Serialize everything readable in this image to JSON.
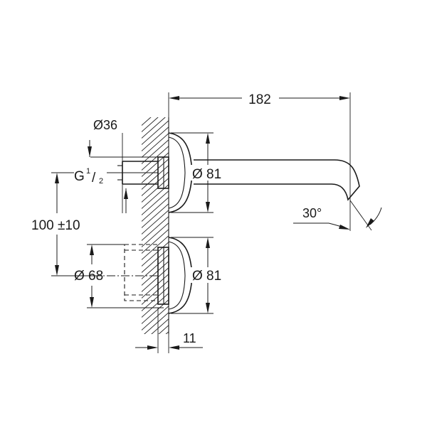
{
  "dimensions": {
    "spout_length": "182",
    "inlet_diameter": "Ø36",
    "thread_main": "G",
    "thread_numerator": "1",
    "thread_slash": "/",
    "thread_denominator": "2",
    "rosette_top_diameter": "Ø 81",
    "rosette_bottom_diameter": "Ø 81",
    "centre_distance": "100 ±10",
    "body_diameter": "Ø 68",
    "spout_angle": "30°",
    "wall_offset": "11"
  },
  "colors": {
    "line": "#1a1a1a",
    "background": "#ffffff"
  }
}
